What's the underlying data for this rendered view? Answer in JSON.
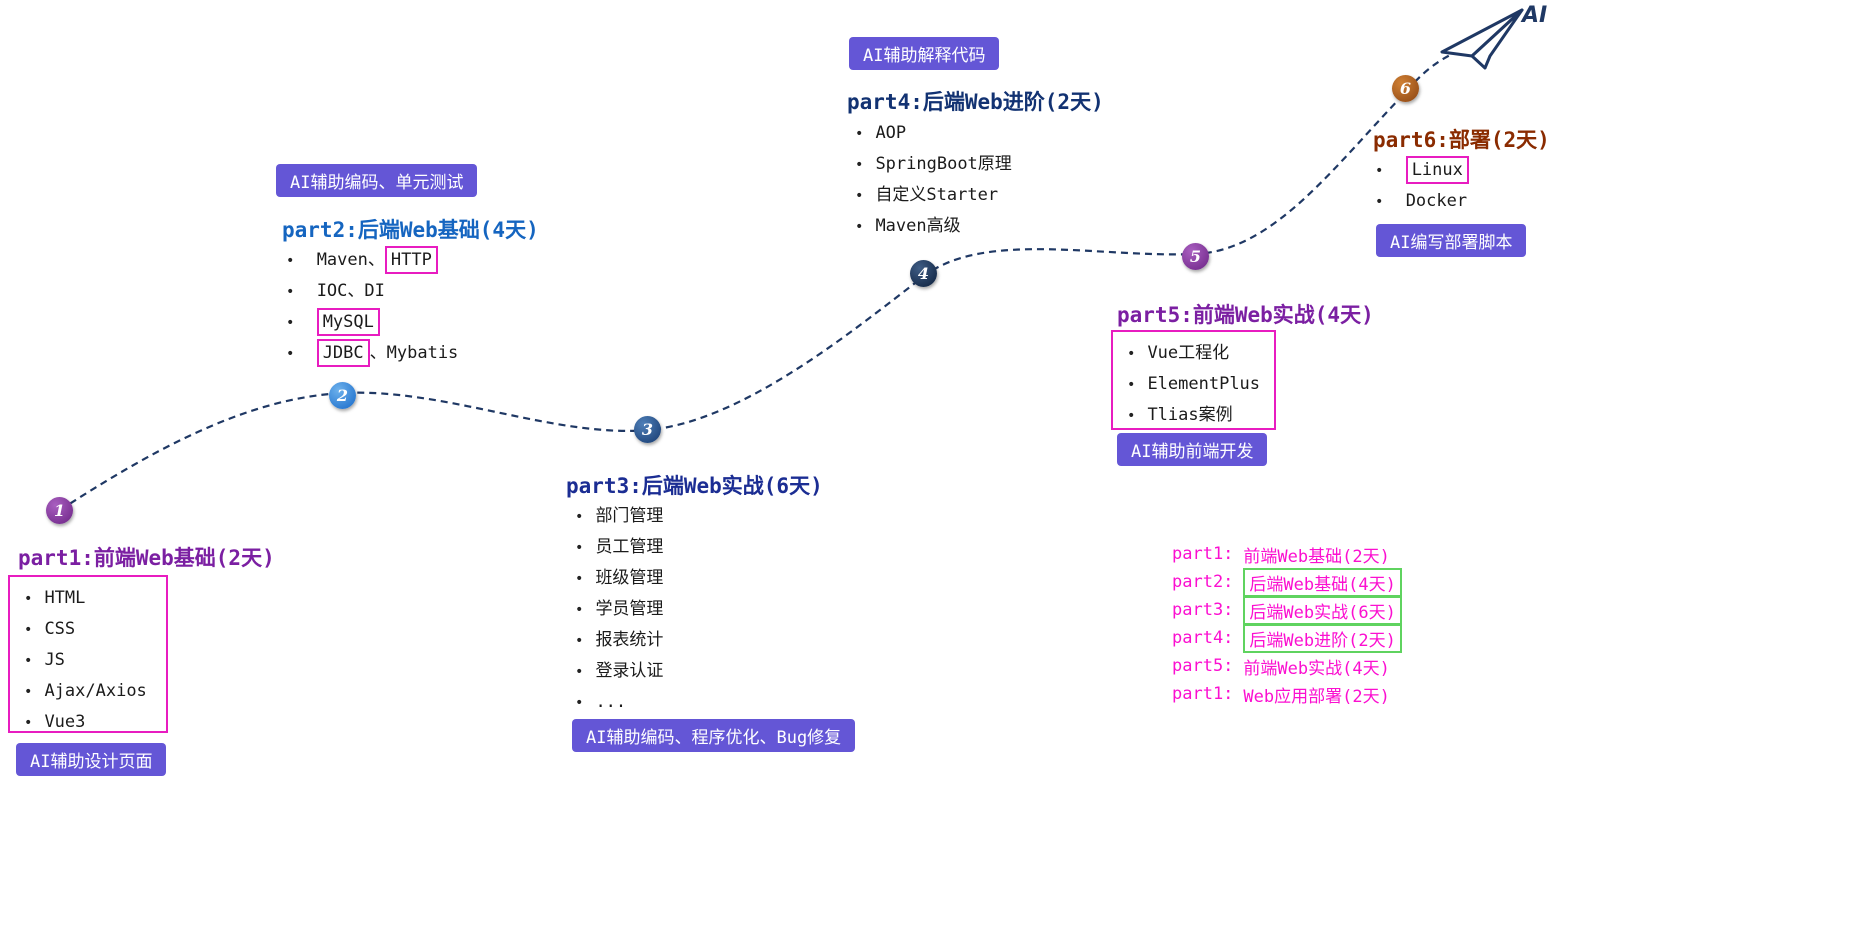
{
  "plane_label": "AI",
  "colors": {
    "badge_purple": "#6456d6",
    "highlight_magenta": "#e81cc0",
    "legend_magenta": "#fb0fd0",
    "legend_green": "#5fd35f",
    "path_navy": "#1f3864",
    "title_purple": "#7b1fa2",
    "title_blue": "#1565c0",
    "title_navy": "#1b2d93",
    "title_dark_navy": "#123272",
    "title_brown": "#8a2b00"
  },
  "milestones": [
    {
      "number": "1"
    },
    {
      "number": "2"
    },
    {
      "number": "3"
    },
    {
      "number": "4"
    },
    {
      "number": "5"
    },
    {
      "number": "6"
    }
  ],
  "parts": {
    "part1": {
      "title": "part1:前端Web基础(2天)",
      "items": [
        "HTML",
        "CSS",
        "JS",
        "Ajax/Axios",
        "Vue3"
      ],
      "badge": "AI辅助设计页面"
    },
    "part2": {
      "badge": "AI辅助编码、单元测试",
      "title": "part2:后端Web基础(4天)",
      "items": [
        {
          "plain": "Maven、",
          "kw": "HTTP"
        },
        {
          "plain": "IOC、DI"
        },
        {
          "kw": "MySQL"
        },
        {
          "kw": "JDBC",
          "tail": "、Mybatis"
        }
      ]
    },
    "part3": {
      "title": "part3:后端Web实战(6天)",
      "items": [
        "部门管理",
        "员工管理",
        "班级管理",
        "学员管理",
        "报表统计",
        "登录认证",
        "..."
      ],
      "badge": "AI辅助编码、程序优化、Bug修复"
    },
    "part4": {
      "badge": "AI辅助解释代码",
      "title": "part4:后端Web进阶(2天)",
      "items": [
        "AOP",
        "SpringBoot原理",
        "自定义Starter",
        "Maven高级"
      ]
    },
    "part5": {
      "title": "part5:前端Web实战(4天)",
      "items": [
        "Vue工程化",
        "ElementPlus",
        "Tlias案例"
      ],
      "badge": "AI辅助前端开发"
    },
    "part6": {
      "title": "part6:部署(2天)",
      "items": [
        {
          "kw": "Linux"
        },
        {
          "plain": "Docker"
        }
      ],
      "badge": "AI编写部署脚本"
    }
  },
  "legend": {
    "rows": [
      {
        "label": "part1:",
        "text": "前端Web基础(2天)",
        "boxed": false
      },
      {
        "label": "part2:",
        "text": "后端Web基础(4天)",
        "boxed": true
      },
      {
        "label": "part3:",
        "text": "后端Web实战(6天)",
        "boxed": true
      },
      {
        "label": "part4:",
        "text": "后端Web进阶(2天)",
        "boxed": true
      },
      {
        "label": "part5:",
        "text": "前端Web实战(4天)",
        "boxed": false
      },
      {
        "label": "part1:",
        "text": "Web应用部署(2天)",
        "boxed": false
      }
    ]
  }
}
